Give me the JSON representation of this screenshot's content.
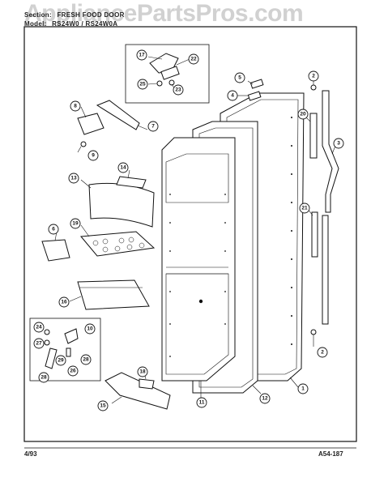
{
  "header": {
    "section_label": "Section:",
    "section_value": "FRESH FOOD DOOR",
    "model_label": "Model:",
    "model_value": "RS24W0 / RS24W0A"
  },
  "watermark": "AppliancePartsPros.com",
  "footer": {
    "date": "4/93",
    "drawing_number": "A54-187"
  },
  "callouts": [
    "1",
    "2",
    "2",
    "3",
    "4",
    "5",
    "6",
    "7",
    "8",
    "9",
    "10",
    "11",
    "12",
    "13",
    "14",
    "15",
    "16",
    "17",
    "18",
    "19",
    "20",
    "21",
    "22",
    "23",
    "24",
    "25",
    "26",
    "27",
    "28",
    "28",
    "29"
  ]
}
